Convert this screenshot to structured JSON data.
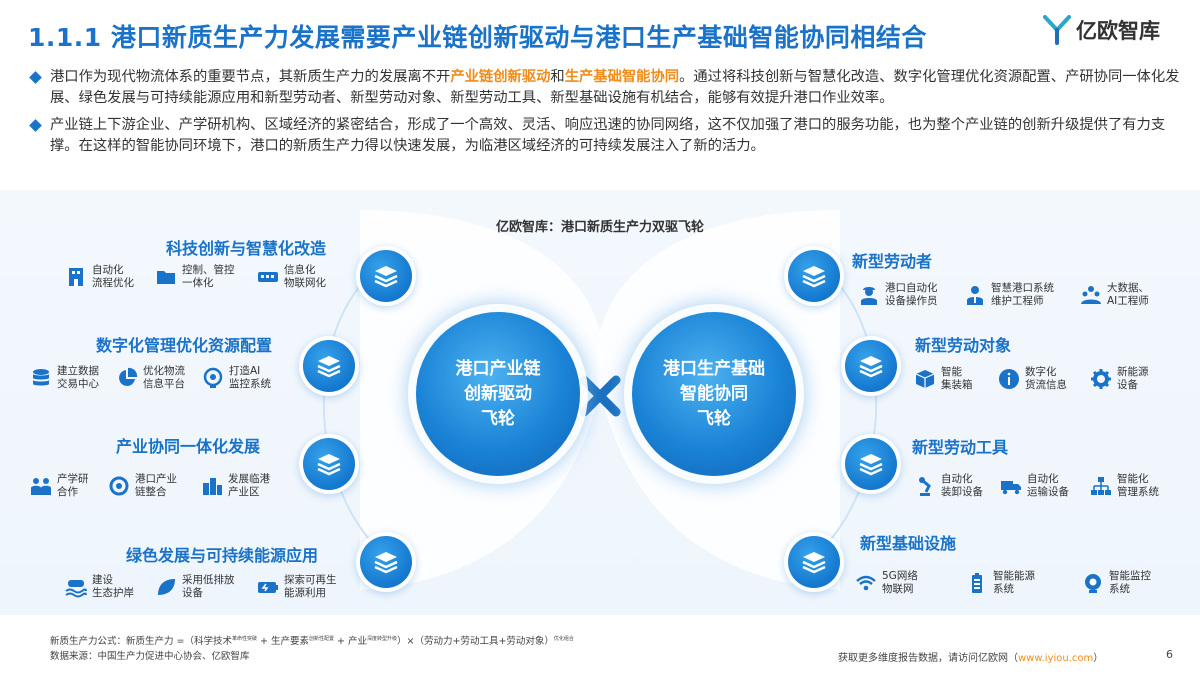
{
  "header": {
    "title": "1.1.1 港口新质生产力发展需要产业链创新驱动与港口生产基础智能协同相结合",
    "logo_text": "亿欧智库"
  },
  "bullets": [
    {
      "pre": "港口作为现代物流体系的重要节点，其新质生产力的发展离不开",
      "hl1": "产业链创新驱动",
      "mid": "和",
      "hl2": "生产基础智能协同",
      "post": "。通过将科技创新与智慧化改造、数字化管理优化资源配置、产研协同一体化发展、绿色发展与可持续能源应用和新型劳动者、新型劳动对象、新型劳动工具、新型基础设施有机结合，能够有效提升港口作业效率。"
    },
    {
      "text": "产业链上下游企业、产学研机构、区域经济的紧密结合，形成了一个高效、灵活、响应迅速的协同网络，这不仅加强了港口的服务功能，也为整个产业链的创新升级提供了有力支撑。在这样的智能协同环境下，港口的新质生产力得以快速发展，为临港区域经济的可持续发展注入了新的活力。"
    }
  ],
  "diagram": {
    "title": "亿欧智库：港口新质生产力双驱飞轮",
    "left_hub": [
      "港口产业链",
      "创新驱动",
      "飞轮"
    ],
    "right_hub": [
      "港口生产基础",
      "智能协同",
      "飞轮"
    ],
    "left_sections": [
      {
        "title": "科技创新与智慧化改造",
        "items": [
          {
            "icon": "building-icon",
            "lines": [
              "自动化",
              "流程优化"
            ]
          },
          {
            "icon": "folder-icon",
            "lines": [
              "控制、管控",
              "一体化"
            ]
          },
          {
            "icon": "network-grid-icon",
            "lines": [
              "信息化",
              "物联网化"
            ]
          }
        ]
      },
      {
        "title": "数字化管理优化资源配置",
        "items": [
          {
            "icon": "database-icon",
            "lines": [
              "建立数据",
              "交易中心"
            ]
          },
          {
            "icon": "pie-chart-icon",
            "lines": [
              "优化物流",
              "信息平台"
            ]
          },
          {
            "icon": "monitor-camera-icon",
            "lines": [
              "打造AI",
              "监控系统"
            ]
          }
        ]
      },
      {
        "title": "产业协同一体化发展",
        "items": [
          {
            "icon": "people-icon",
            "lines": [
              "产学研",
              "合作"
            ]
          },
          {
            "icon": "cycle-icon",
            "lines": [
              "港口产业",
              "链整合"
            ]
          },
          {
            "icon": "city-icon",
            "lines": [
              "发展临港",
              "产业区"
            ]
          }
        ]
      },
      {
        "title": "绿色发展与可持续能源应用",
        "items": [
          {
            "icon": "shore-icon",
            "lines": [
              "建设",
              "生态护岸"
            ]
          },
          {
            "icon": "leaf-icon",
            "lines": [
              "采用低排放",
              "设备"
            ]
          },
          {
            "icon": "battery-icon",
            "lines": [
              "探索可再生",
              "能源利用"
            ]
          }
        ]
      }
    ],
    "right_sections": [
      {
        "title": "新型劳动者",
        "items": [
          {
            "icon": "worker-icon",
            "lines": [
              "港口自动化",
              "设备操作员"
            ]
          },
          {
            "icon": "engineer-icon",
            "lines": [
              "智慧港口系统",
              "维护工程师"
            ]
          },
          {
            "icon": "team-icon",
            "lines": [
              "大数据、",
              "AI工程师"
            ]
          }
        ]
      },
      {
        "title": "新型劳动对象",
        "items": [
          {
            "icon": "container-icon",
            "lines": [
              "智能",
              "集装箱"
            ]
          },
          {
            "icon": "info-icon",
            "lines": [
              "数字化",
              "货流信息"
            ]
          },
          {
            "icon": "gear-icon",
            "lines": [
              "新能源",
              "设备"
            ]
          }
        ]
      },
      {
        "title": "新型劳动工具",
        "items": [
          {
            "icon": "robot-arm-icon",
            "lines": [
              "自动化",
              "装卸设备"
            ]
          },
          {
            "icon": "truck-icon",
            "lines": [
              "自动化",
              "运输设备"
            ]
          },
          {
            "icon": "hierarchy-icon",
            "lines": [
              "智能化",
              "管理系统"
            ]
          }
        ]
      },
      {
        "title": "新型基础设施",
        "items": [
          {
            "icon": "wifi-icon",
            "lines": [
              "5G网络",
              "物联网"
            ]
          },
          {
            "icon": "energy-storage-icon",
            "lines": [
              "智能能源",
              "系统"
            ]
          },
          {
            "icon": "camera-icon",
            "lines": [
              "智能监控",
              "系统"
            ]
          }
        ]
      }
    ]
  },
  "footer": {
    "formula_a": "新质生产力公式：新质生产力 =（科学技术",
    "formula_sup1": "革命性突破",
    "formula_b": " + 生产要素",
    "formula_sup2": "创新性配置",
    "formula_c": " + 产业",
    "formula_sup3": "深度转型升级",
    "formula_d": "）×（劳动力+劳动工具+劳动对象）",
    "formula_sup4": "优化组合",
    "source": "数据来源：中国生产力促进中心协会、亿欧智库",
    "cta": "获取更多维度报告数据，请访问亿欧网（",
    "link": "www.iyiou.com",
    "cta_end": "）",
    "page": "6"
  },
  "colors": {
    "brand_blue": "#1a73c9",
    "accent_orange": "#f28c1a",
    "hub_blue": "#1a83d6"
  }
}
